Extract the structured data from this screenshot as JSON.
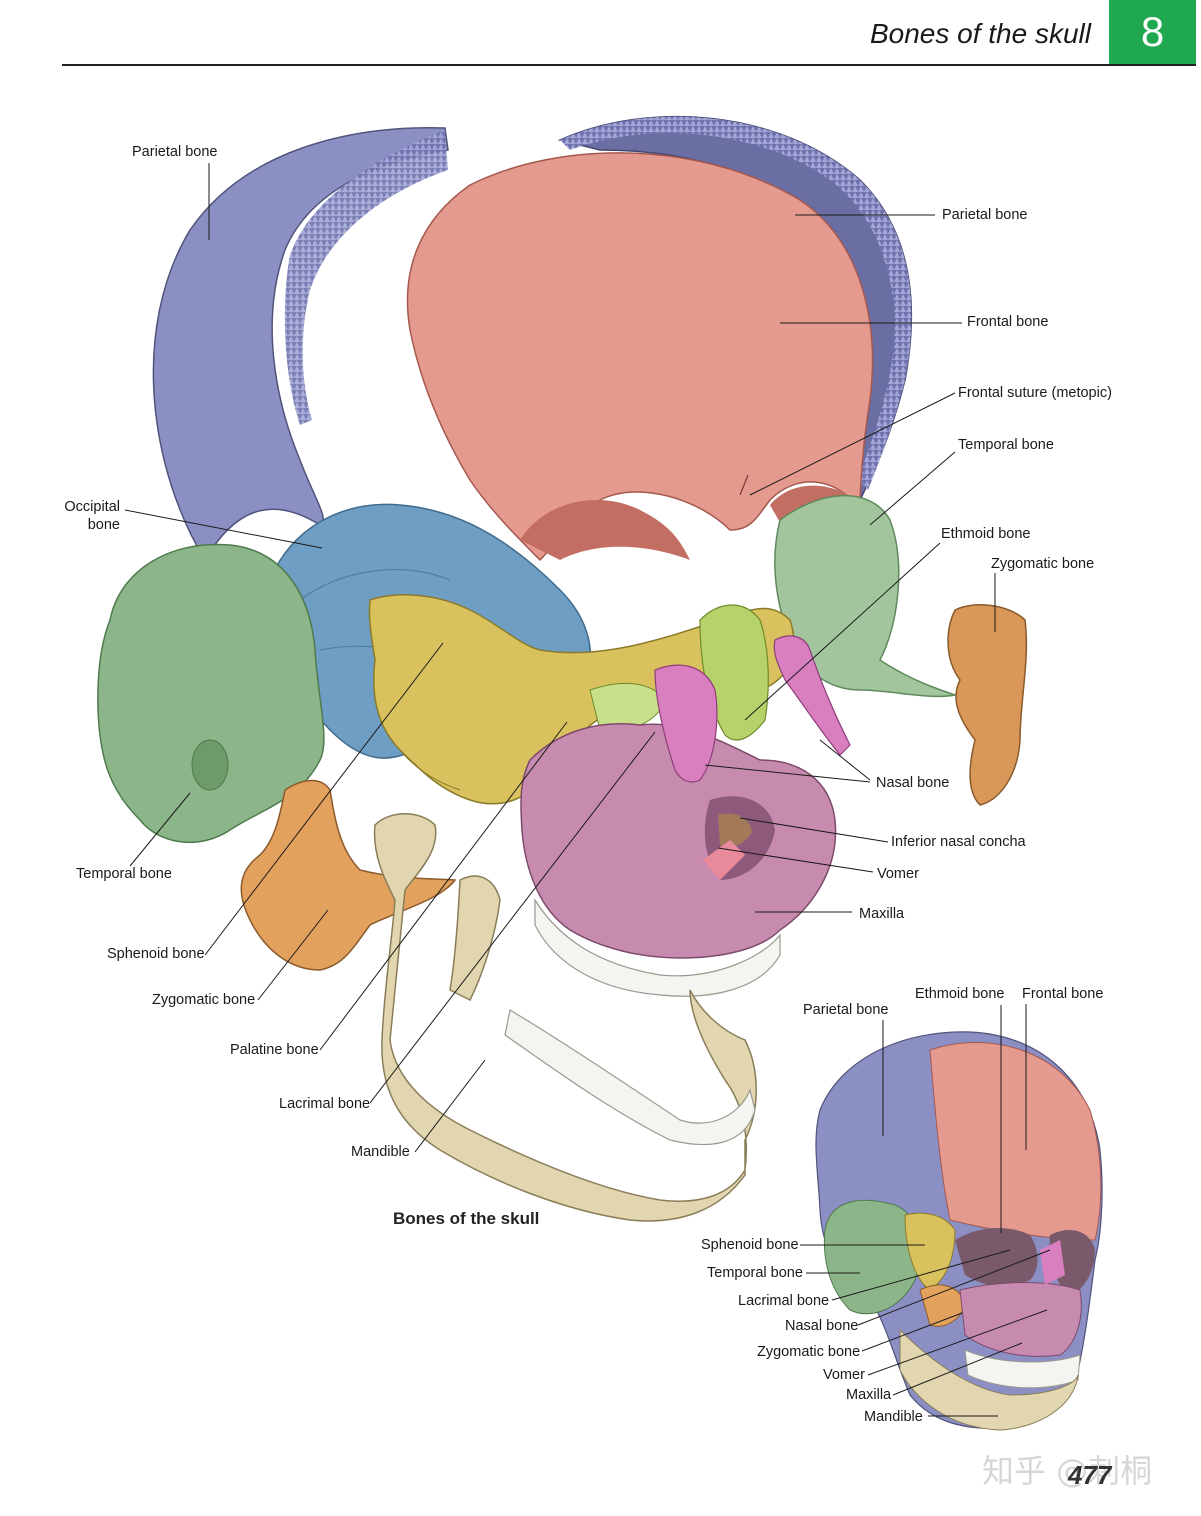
{
  "header": {
    "title": "Bones of the skull",
    "chapter_number": "8",
    "chapter_color": "#1fa84f"
  },
  "caption": "Bones of the skull",
  "page_number": "477",
  "watermark": "知乎 @刺桐",
  "bone_colors": {
    "parietal": "#8b8fc4",
    "frontal": "#e59a8f",
    "occipital": "#6e9ec4",
    "temporal": "#8db58a",
    "sphenoid": "#d9c25e",
    "ethmoid": "#d7df7a",
    "zygomatic": "#e3a15e",
    "maxilla": "#c78bb0",
    "nasal": "#d97fc0",
    "mandible": "#e2d6b0",
    "teeth": "#f4f4f0"
  },
  "exploded_labels": {
    "parietal_left": "Parietal bone",
    "parietal_right": "Parietal bone",
    "frontal": "Frontal bone",
    "frontal_suture": "Frontal suture (metopic)",
    "temporal_right": "Temporal bone",
    "occipital_line1": "Occipital",
    "occipital_line2": "bone",
    "ethmoid": "Ethmoid bone",
    "zygomatic_right": "Zygomatic bone",
    "nasal": "Nasal bone",
    "inferior_concha": "Inferior nasal concha",
    "vomer": "Vomer",
    "maxilla": "Maxilla",
    "temporal_left": "Temporal bone",
    "sphenoid": "Sphenoid bone",
    "zygomatic_left": "Zygomatic bone",
    "palatine": "Palatine bone",
    "lacrimal": "Lacrimal bone",
    "mandible": "Mandible"
  },
  "small_skull_labels": {
    "parietal": "Parietal bone",
    "ethmoid": "Ethmoid bone",
    "frontal": "Frontal bone",
    "sphenoid": "Sphenoid bone",
    "temporal": "Temporal bone",
    "lacrimal": "Lacrimal bone",
    "nasal": "Nasal bone",
    "zygomatic": "Zygomatic bone",
    "vomer": "Vomer",
    "maxilla": "Maxilla",
    "mandible": "Mandible"
  }
}
